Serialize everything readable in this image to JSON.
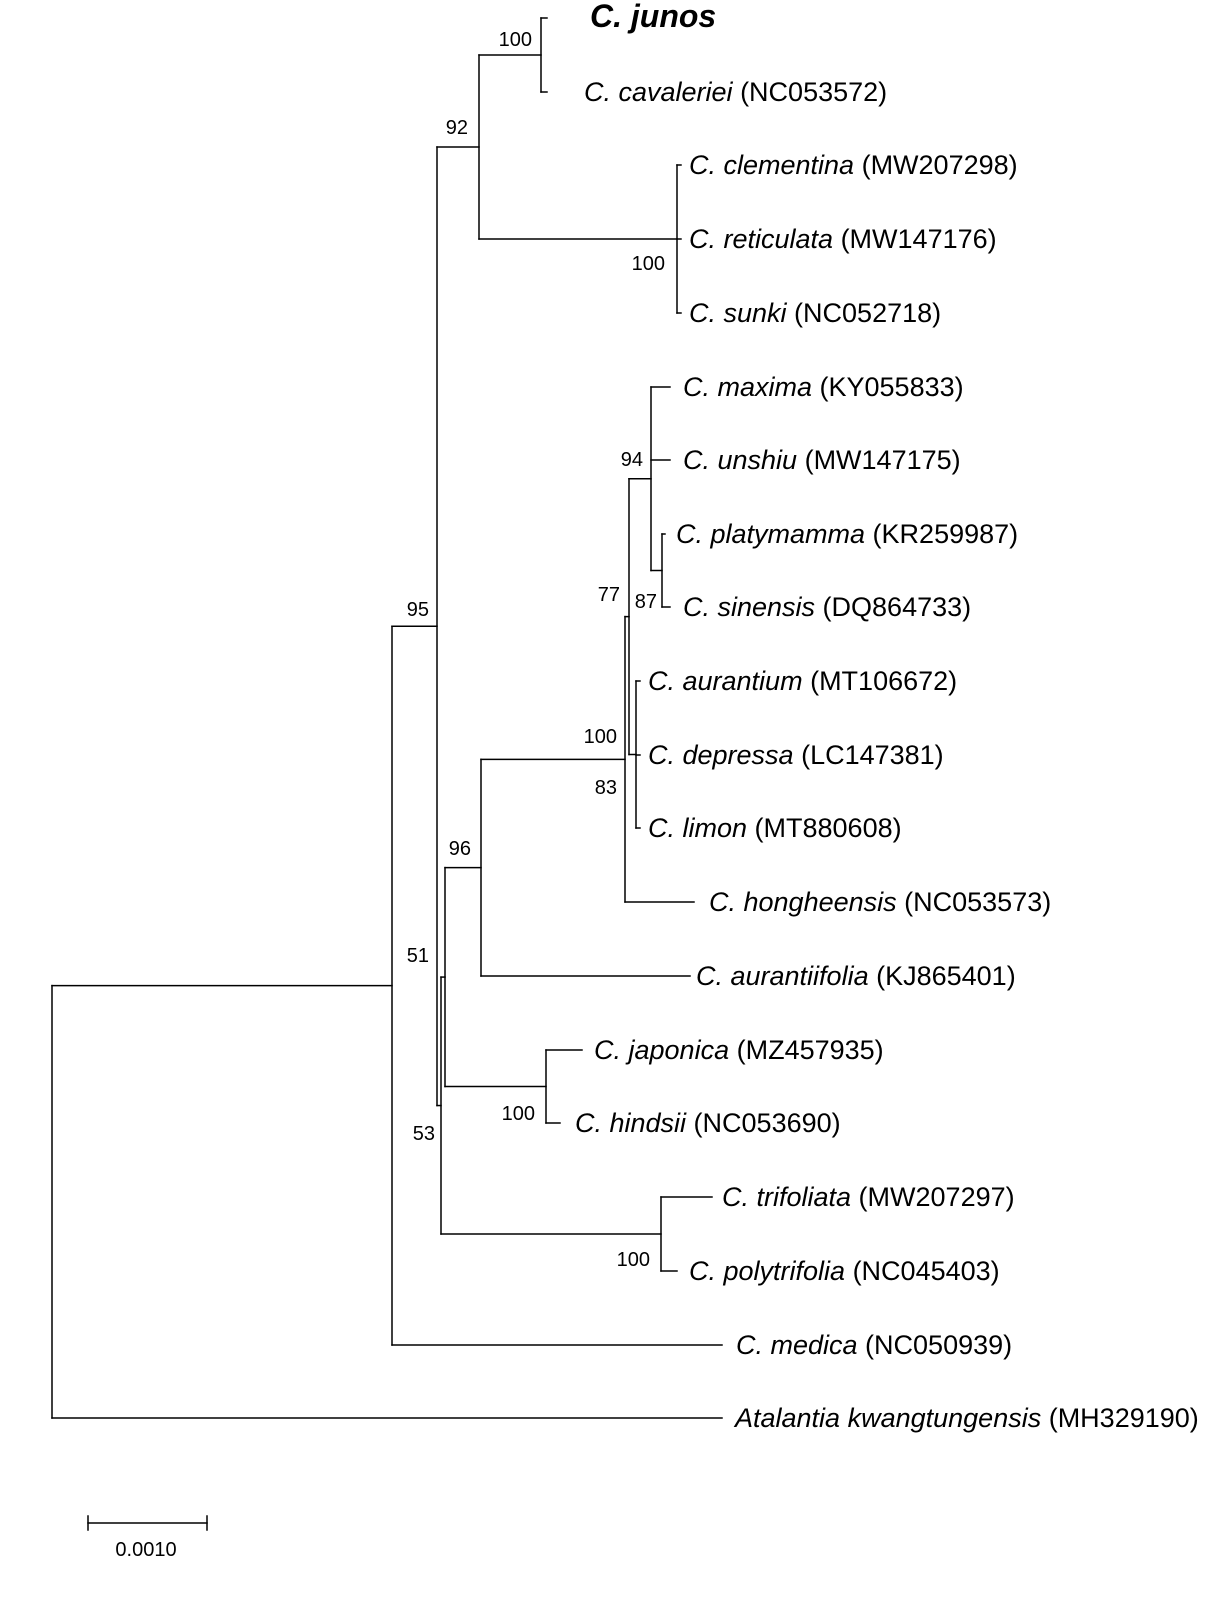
{
  "tree": {
    "leaves": [
      {
        "id": "junos",
        "species": "C. junos",
        "accession": "",
        "highlight": true
      },
      {
        "id": "cavaleriei",
        "species": "C. cavaleriei",
        "accession": "(NC053572)"
      },
      {
        "id": "clementina",
        "species": "C. clementina",
        "accession": "(MW207298)"
      },
      {
        "id": "reticulata",
        "species": "C. reticulata",
        "accession": "(MW147176)"
      },
      {
        "id": "sunki",
        "species": "C. sunki",
        "accession": "(NC052718)"
      },
      {
        "id": "maxima",
        "species": "C. maxima",
        "accession": "(KY055833)"
      },
      {
        "id": "unshiu",
        "species": "C. unshiu",
        "accession": "(MW147175)"
      },
      {
        "id": "platymamma",
        "species": "C. platymamma",
        "accession": "(KR259987)"
      },
      {
        "id": "sinensis",
        "species": "C. sinensis",
        "accession": "(DQ864733)"
      },
      {
        "id": "aurantium",
        "species": "C. aurantium",
        "accession": "(MT106672)"
      },
      {
        "id": "depressa",
        "species": "C. depressa",
        "accession": "(LC147381)"
      },
      {
        "id": "limon",
        "species": "C. limon",
        "accession": "(MT880608)"
      },
      {
        "id": "hongheensis",
        "species": "C. hongheensis",
        "accession": "(NC053573)"
      },
      {
        "id": "aurantiifolia",
        "species": "C. aurantiifolia",
        "accession": "(KJ865401)"
      },
      {
        "id": "japonica",
        "species": "C. japonica",
        "accession": "(MZ457935)"
      },
      {
        "id": "hindsii",
        "species": "C. hindsii",
        "accession": "(NC053690)"
      },
      {
        "id": "trifoliata",
        "species": "C. trifoliata",
        "accession": "(MW207297)"
      },
      {
        "id": "polytrifolia",
        "species": "C. polytrifolia",
        "accession": "(NC045403)"
      },
      {
        "id": "medica",
        "species": "C. medica",
        "accession": "(NC050939)"
      },
      {
        "id": "atalantia",
        "species": "Atalantia kwangtungensis",
        "accession": "(MH329190)"
      }
    ],
    "bootstrap_support": {
      "junos_cavaleriei": "100",
      "junos_clade": "92",
      "clementina_clade": "100",
      "ingroup_root": "95",
      "maxima_unshiu": "94",
      "platymamma_sinensis": "87",
      "maxima_sinensis": "77",
      "aurantium_limon": "83",
      "maxima_limon": "100",
      "maxima_aurantiifolia": "96",
      "japonica_hindsii": "100",
      "lower_crown": "51",
      "lower_core": "53",
      "trifoliata_polytrifolia": "100"
    },
    "scale_bar": {
      "label": "0.0010",
      "value": 0.001
    }
  }
}
